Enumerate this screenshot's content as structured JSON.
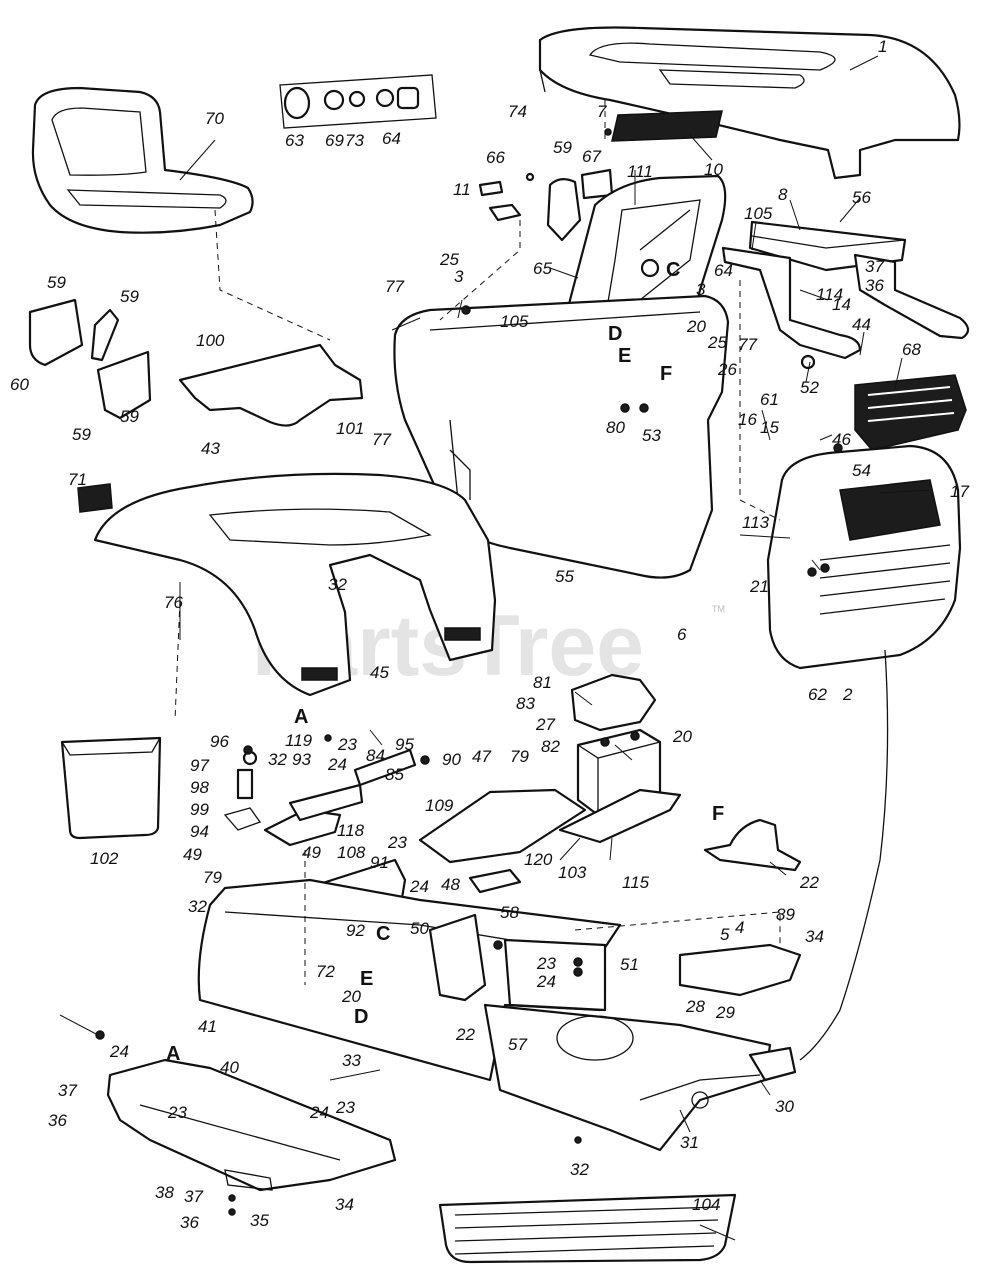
{
  "watermark": {
    "text": "PartsTree",
    "trademark": "TM"
  },
  "callouts": [
    "1",
    "7",
    "10",
    "8",
    "56",
    "105",
    "37",
    "36",
    "114",
    "14",
    "44",
    "68",
    "52",
    "61",
    "46",
    "54",
    "17",
    "16",
    "15",
    "113",
    "21",
    "62",
    "2",
    "6",
    "74",
    "59",
    "67",
    "111",
    "66",
    "11",
    "65",
    "64",
    "3",
    "105",
    "25",
    "20",
    "77",
    "26",
    "25",
    "3",
    "77",
    "80",
    "53",
    "55",
    "70",
    "63",
    "69",
    "73",
    "64",
    "59",
    "59",
    "60",
    "59",
    "59",
    "100",
    "101",
    "77",
    "43",
    "71",
    "32",
    "76",
    "45",
    "81",
    "83",
    "27",
    "82",
    "20",
    "47",
    "79",
    "109",
    "120",
    "48",
    "103",
    "115",
    "22",
    "96",
    "97",
    "98",
    "99",
    "94",
    "49",
    "79",
    "119",
    "32",
    "93",
    "23",
    "24",
    "84",
    "95",
    "90",
    "85",
    "118",
    "108",
    "49",
    "102",
    "23",
    "91",
    "24",
    "32",
    "92",
    "50",
    "58",
    "23",
    "24",
    "51",
    "89",
    "4",
    "5",
    "34",
    "72",
    "41",
    "20",
    "22",
    "57",
    "28",
    "29",
    "24",
    "40",
    "33",
    "37",
    "36",
    "23",
    "24",
    "23",
    "30",
    "38",
    "37",
    "36",
    "35",
    "34",
    "32",
    "31",
    "104"
  ],
  "letters": [
    "C",
    "D",
    "E",
    "F",
    "C",
    "A",
    "F",
    "C",
    "E",
    "D",
    "A"
  ]
}
